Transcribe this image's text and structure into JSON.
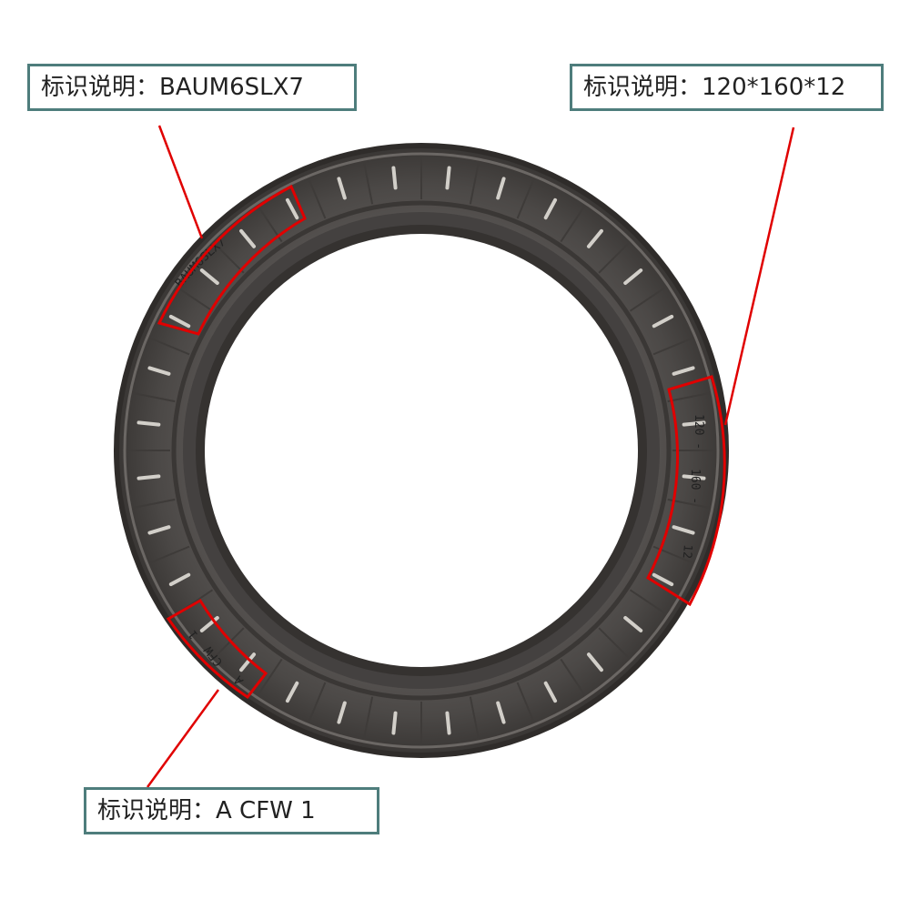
{
  "callouts": {
    "top_left": "标识说明：BAUM6SLX7",
    "top_right": "标识说明：120*160*12",
    "bottom_left": "标识说明：A CFW 1"
  },
  "ring_markings": {
    "part_code": "BAUM6SLX7",
    "size_120": "120 -",
    "size_160": "160 -",
    "size_12": "12",
    "batch_a": "A",
    "batch_cfw": "CFW",
    "batch_1": "1"
  },
  "colors": {
    "callout_border": "#4e7d7c",
    "highlight": "#e00000",
    "seal_outer": "#565252",
    "seal_inner": "#3e3b39",
    "tick": "#d2cfc9"
  }
}
